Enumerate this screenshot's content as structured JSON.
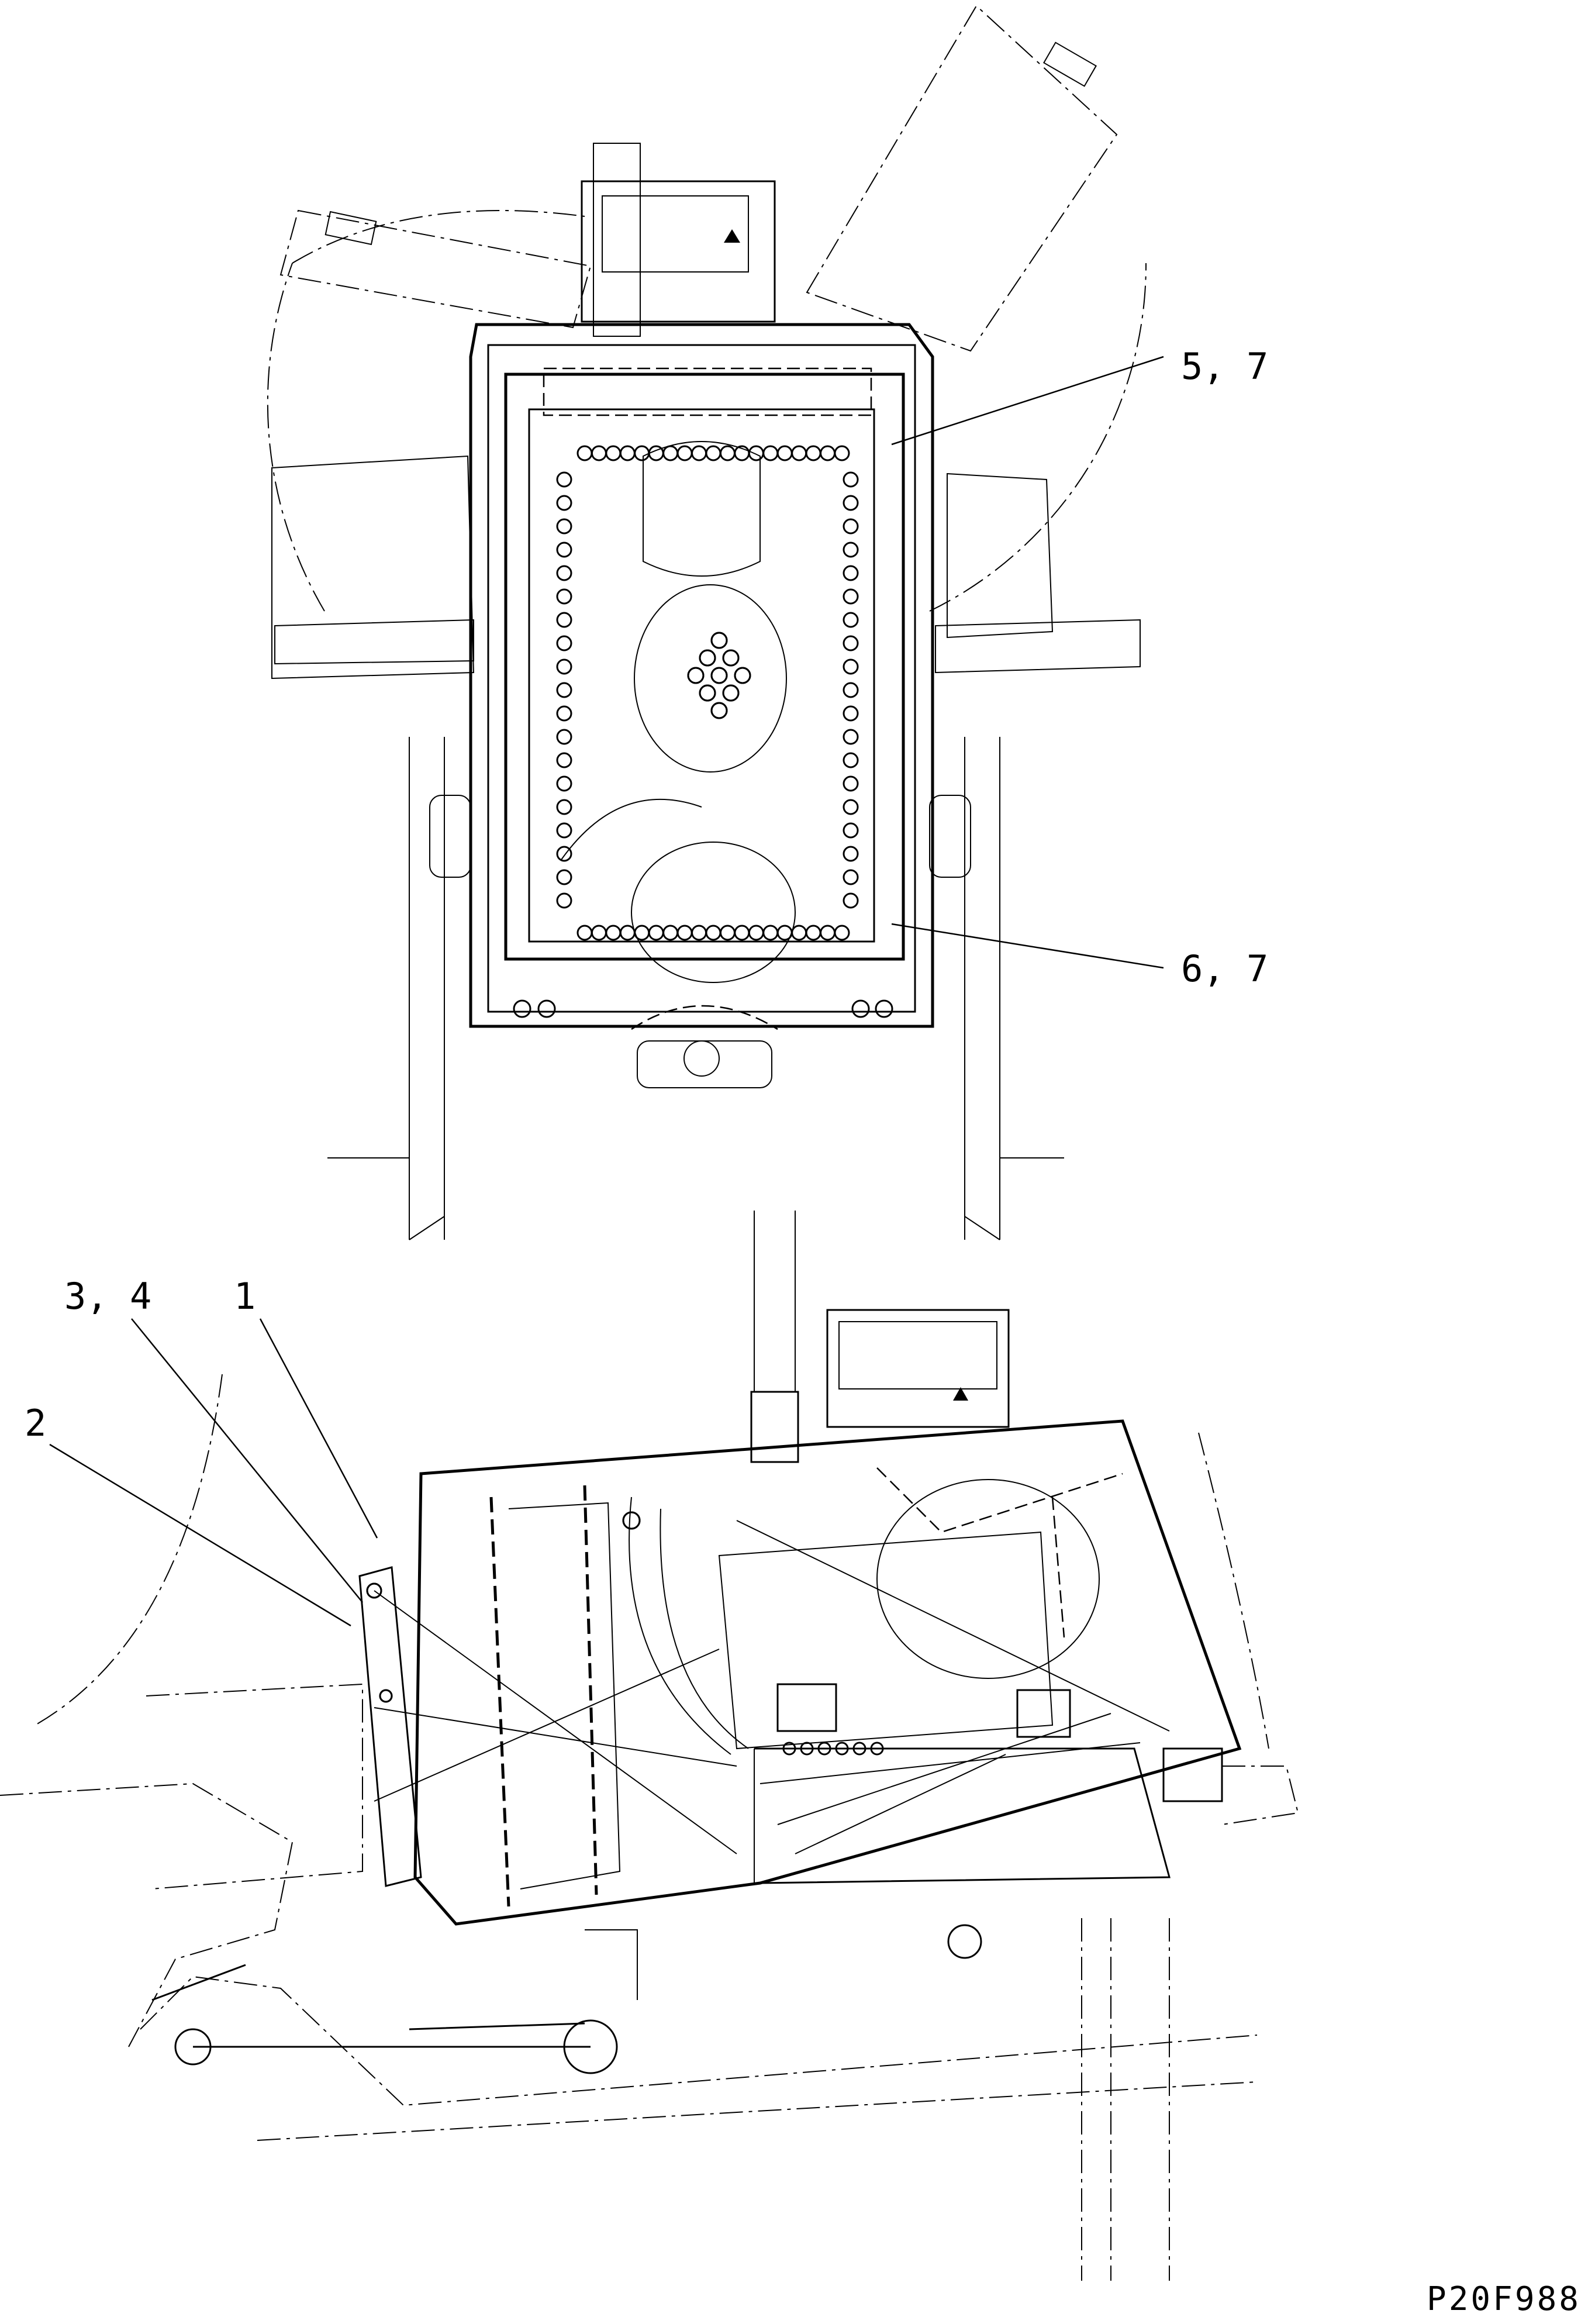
{
  "callouts": {
    "top_upper": "5, 7",
    "top_lower": "6, 7",
    "bottom_34": "3, 4",
    "bottom_1": "1",
    "bottom_2": "2"
  },
  "drawing_code": "P20F988",
  "icons": {
    "warning_marker": "filled-triangle"
  }
}
